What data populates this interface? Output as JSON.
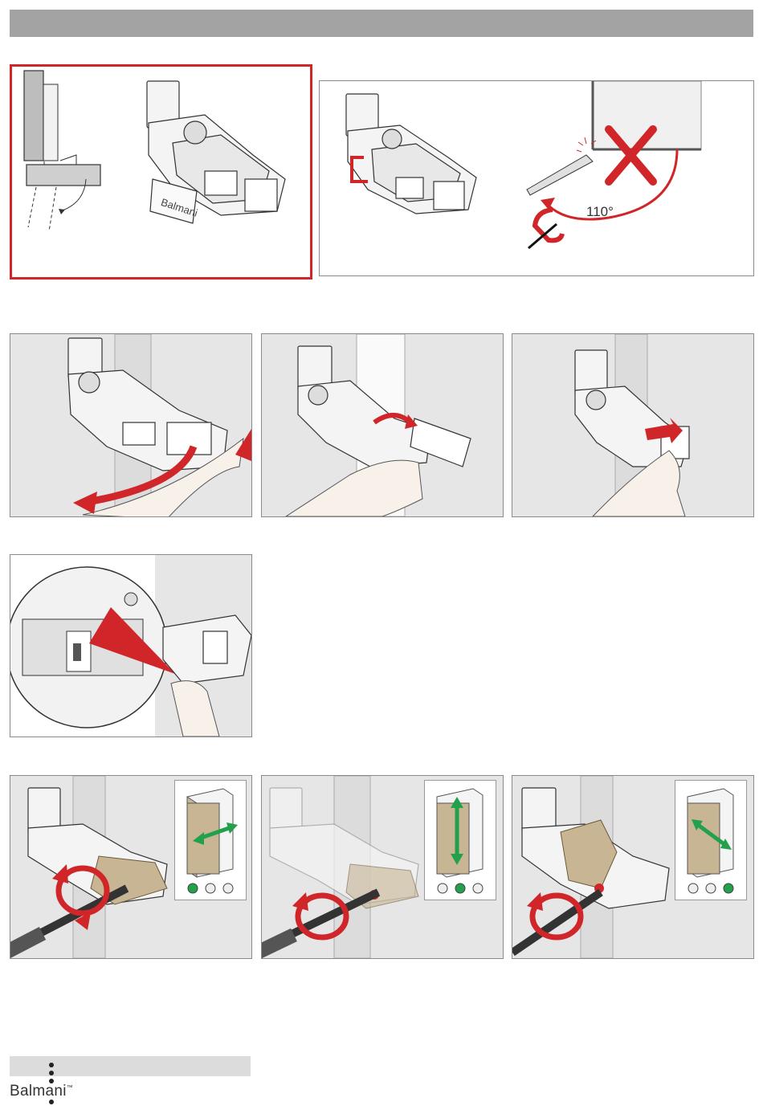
{
  "brand": {
    "name": "Balmani",
    "trademark": "™",
    "hinge_print": "Balmani",
    "colors": {
      "red": "#d0262a",
      "green": "#22a04a",
      "beige": "#c7b594",
      "panel_gray": "#e6e6e6"
    }
  },
  "angle_label": "110°",
  "icons": {
    "forbidden": "red-x-icon",
    "arrow_curved": "curved-arrow-icon",
    "screwdriver": "screwdriver-icon",
    "rotate": "rotate-arrow-icon"
  },
  "adjustment_steps": [
    {
      "direction": "horizontal",
      "active_screw": 0
    },
    {
      "direction": "vertical",
      "active_screw": 1
    },
    {
      "direction": "depth",
      "active_screw": 2
    }
  ]
}
